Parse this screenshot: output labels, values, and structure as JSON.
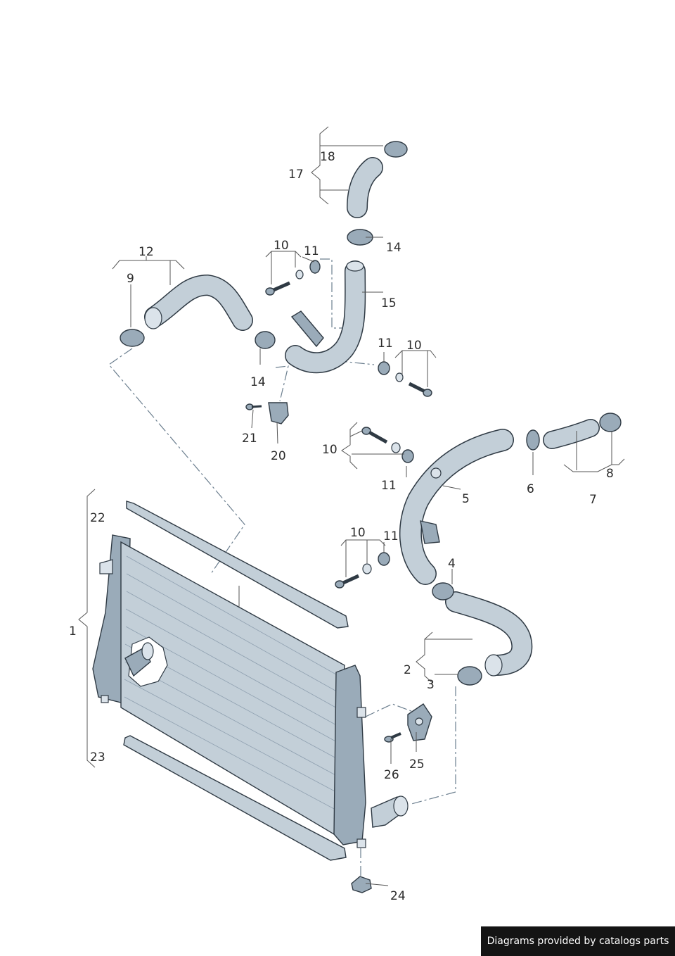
{
  "callouts": [
    {
      "id": "c1",
      "text": "1"
    },
    {
      "id": "c2",
      "text": "2"
    },
    {
      "id": "c3",
      "text": "3"
    },
    {
      "id": "c4",
      "text": "4"
    },
    {
      "id": "c5",
      "text": "5"
    },
    {
      "id": "c6",
      "text": "6"
    },
    {
      "id": "c7",
      "text": "7"
    },
    {
      "id": "c8",
      "text": "8"
    },
    {
      "id": "c9",
      "text": "9"
    },
    {
      "id": "c10a",
      "text": "10"
    },
    {
      "id": "c10b",
      "text": "10"
    },
    {
      "id": "c10c",
      "text": "10"
    },
    {
      "id": "c10d",
      "text": "10"
    },
    {
      "id": "c11a",
      "text": "11"
    },
    {
      "id": "c11b",
      "text": "11"
    },
    {
      "id": "c11c",
      "text": "11"
    },
    {
      "id": "c11d",
      "text": "11"
    },
    {
      "id": "c12",
      "text": "12"
    },
    {
      "id": "c14a",
      "text": "14"
    },
    {
      "id": "c14b",
      "text": "14"
    },
    {
      "id": "c15",
      "text": "15"
    },
    {
      "id": "c17",
      "text": "17"
    },
    {
      "id": "c18",
      "text": "18"
    },
    {
      "id": "c20",
      "text": "20"
    },
    {
      "id": "c21",
      "text": "21"
    },
    {
      "id": "c22",
      "text": "22"
    },
    {
      "id": "c23",
      "text": "23"
    },
    {
      "id": "c24",
      "text": "24"
    },
    {
      "id": "c25",
      "text": "25"
    },
    {
      "id": "c26",
      "text": "26"
    }
  ],
  "credit": "Diagrams provided by catalogs parts",
  "colors": {
    "part_fill": "#c3cfd8",
    "outline": "#2f3a44",
    "credit_bg": "#141414"
  }
}
